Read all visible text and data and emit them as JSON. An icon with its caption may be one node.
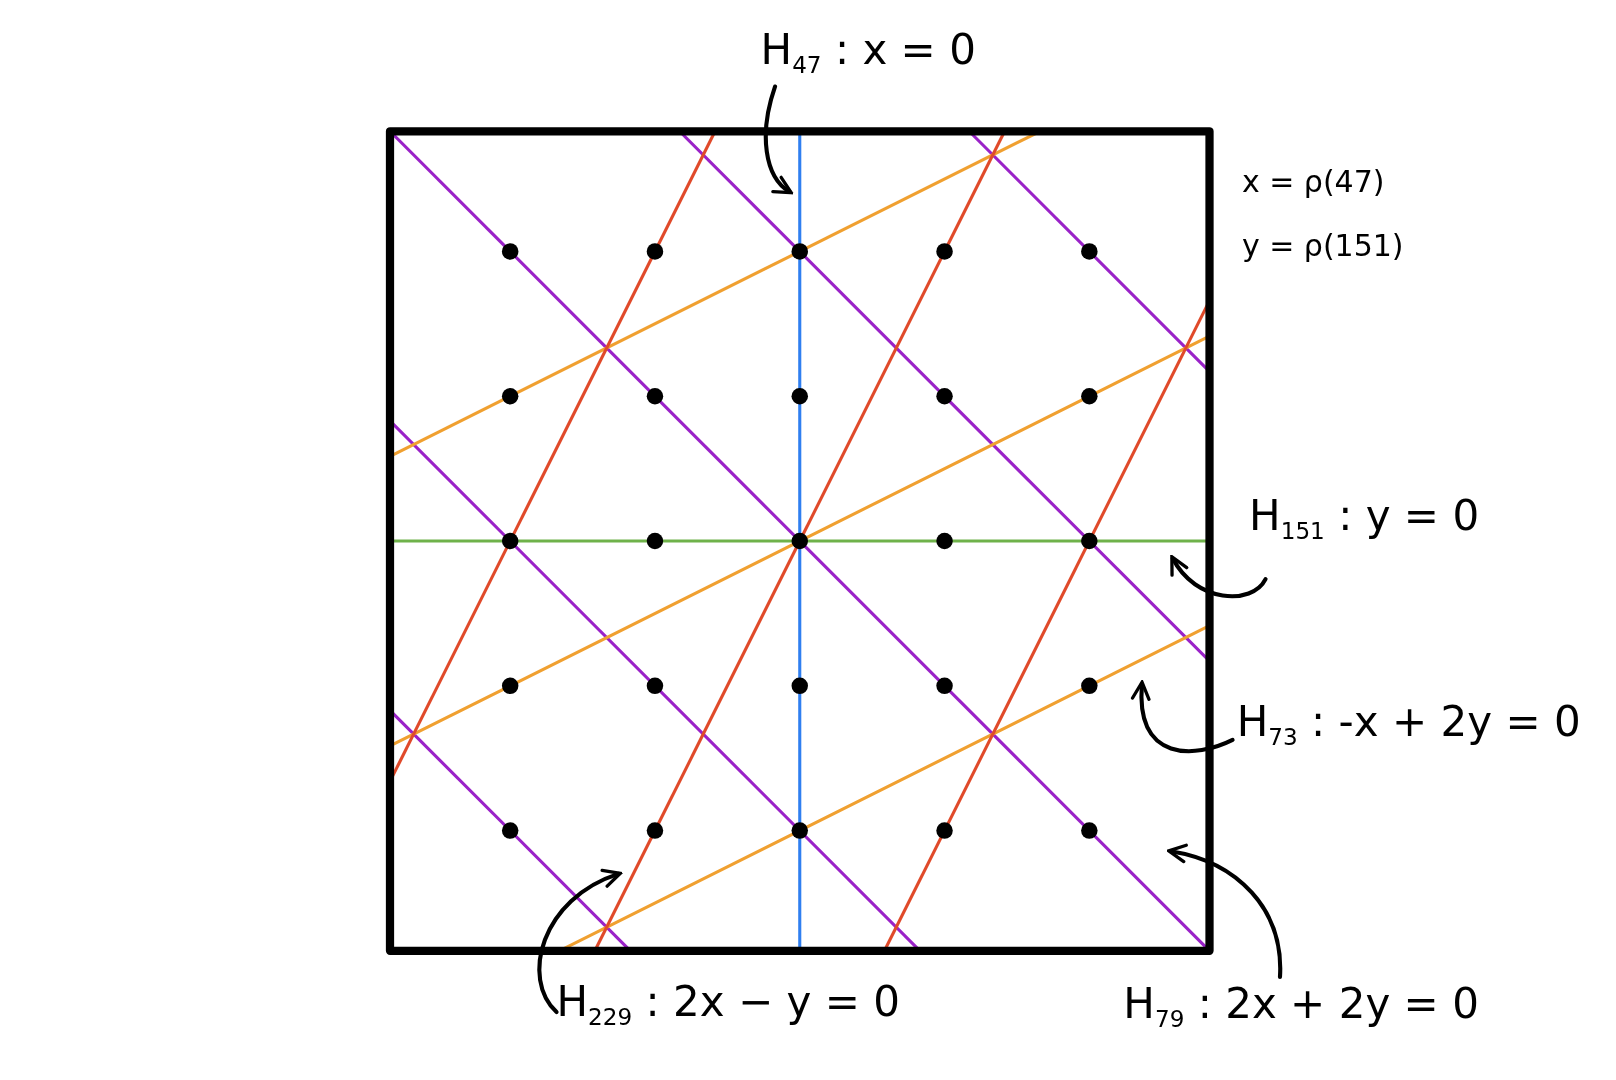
{
  "diagram": {
    "nodes": [
      {
        "text": [
          "H$_{47}$ : x = 0"
        ]
      },
      {
        "text": [
          "H$_{151}$ : y = 0"
        ]
      },
      {
        "text": [
          "H$_{73}$ : -x + 2y = 0"
        ]
      },
      {
        "text": [
          "H$_{229}$ : 2x − y = 0"
        ]
      },
      {
        "text": [
          "H$_{79}$ : 2x + 2y = 0"
        ]
      }
    ],
    "edges": [
      {
        "from": 0,
        "to": null,
        "arrow": "to"
      },
      {
        "from": 1,
        "to": null,
        "arrow": "to"
      },
      {
        "from": 2,
        "to": null,
        "arrow": "to"
      },
      {
        "from": 3,
        "to": null,
        "arrow": "to"
      },
      {
        "from": 4,
        "to": null,
        "arrow": "to"
      }
    ],
    "labels": [
      "x = ρ(47)",
      "y = ρ(151)"
    ]
  }
}
